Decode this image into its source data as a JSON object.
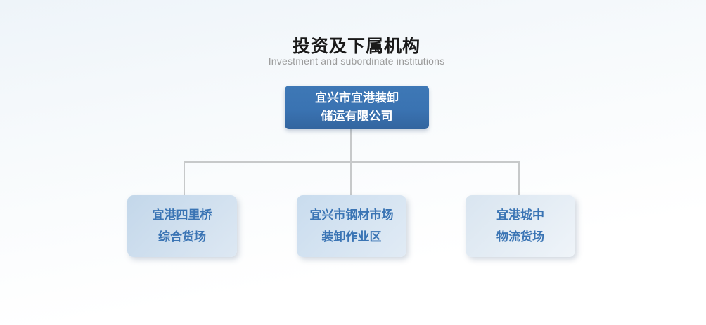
{
  "page": {
    "title": "投资及下属机构",
    "subtitle": "Investment and subordinate institutions"
  },
  "org_chart": {
    "root": {
      "line1": "宜兴市宜港装卸",
      "line2": "储运有限公司"
    },
    "children": [
      {
        "line1": "宜港四里桥",
        "line2": "综合货场"
      },
      {
        "line1": "宜兴市钢材市场",
        "line2": "装卸作业区"
      },
      {
        "line1": "宜港城中",
        "line2": "物流货场"
      }
    ]
  },
  "colors": {
    "root_box": "#3a73b2",
    "root_text": "#ffffff",
    "child_text": "#3a74b4",
    "child_box_light": "#c6d9ec",
    "child_box_lighter": "#eef3f9",
    "connector": "#c7c9ca",
    "title": "#1a1a1a",
    "subtitle": "#9b9b9b"
  }
}
